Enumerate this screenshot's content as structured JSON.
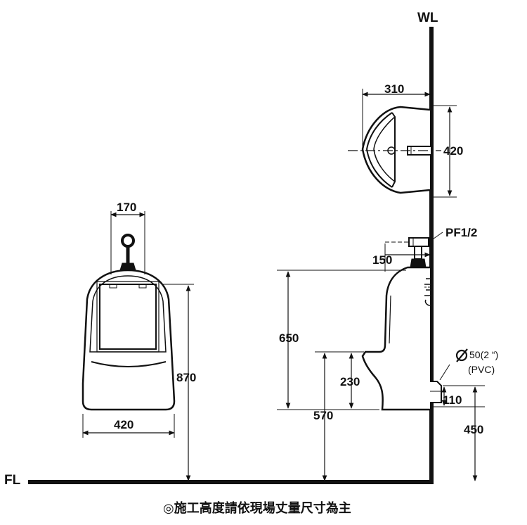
{
  "labels": {
    "wall_line": "WL",
    "floor_line": "FL",
    "front_top_width": "170",
    "front_bottom_width": "420",
    "front_height": "870",
    "top_view_depth": "310",
    "top_view_width": "420",
    "flush_valve": "PF1/2",
    "valve_offset": "150",
    "side_height_total": "650",
    "side_lip_height": "230",
    "side_rim_height": "570",
    "drain_offset": "110",
    "drain_height": "450",
    "drain_size": "50(2 “)",
    "drain_material": "(PVC)",
    "caption": "◎施工高度請依現場丈量尺寸為主"
  },
  "colors": {
    "line": "#111111",
    "background": "#ffffff"
  }
}
